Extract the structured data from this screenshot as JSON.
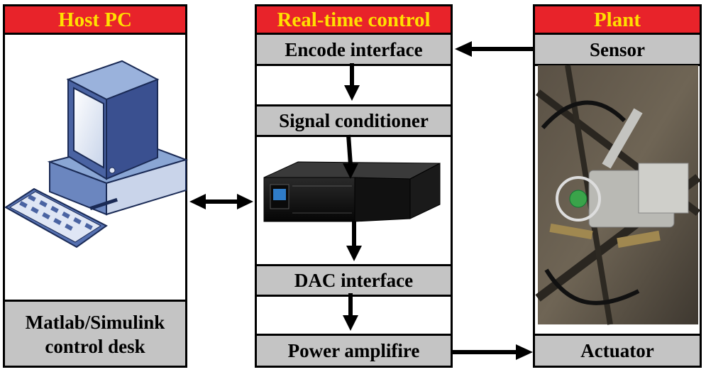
{
  "host": {
    "title": "Host PC",
    "desk_line1": "Matlab/Simulink",
    "desk_line2": "control desk"
  },
  "realtime": {
    "title": "Real-time control",
    "encode": "Encode interface",
    "signal": "Signal conditioner",
    "dac": "DAC interface",
    "power": "Power amplifire"
  },
  "plant": {
    "title": "Plant",
    "sensor": "Sensor",
    "actuator": "Actuator"
  },
  "colors": {
    "header_bg": "#e8232a",
    "header_text": "#ffe000",
    "bar_bg": "#c4c4c4"
  }
}
